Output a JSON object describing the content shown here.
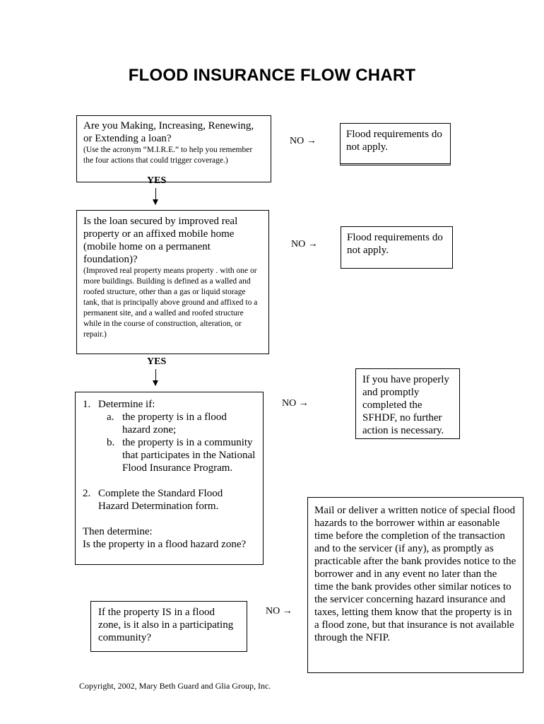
{
  "title": "FLOOD INSURANCE FLOW CHART",
  "q1": {
    "main": "Are you Making, Increasing, Renewing, or Extending a loan?",
    "note": "(Use the acronym “M.I.R.E.” to help you remember  the four actions that could trigger coverage.)",
    "no_label": "NO →",
    "no_result": "Flood  requirements do not apply.",
    "yes_label": "YES"
  },
  "q2": {
    "main": "Is the loan secured by improved real property or an affixed mobile home (mobile home on a permanent foundation)?",
    "note": "(Improved real property means property . with one or more buildings.  Building is defined as a walled and roofed structure, other than a gas or liquid storage tank, that is principally  above ground and affixed to a permanent site,  and a walled and roofed structure while in the course of construction, alteration, or repair.)",
    "no_label": "NO →",
    "no_result": "Flood  requirements do not apply.",
    "yes_label": "YES"
  },
  "q3": {
    "step1_num": "1.",
    "step1": "Determine if:",
    "a_letter": "a.",
    "a_text": "the property is in a flood hazard zone;",
    "b_letter": "b.",
    "b_text": "the property is in a community that participates in the National Flood Insurance Program.",
    "step2_num": "2.",
    "step2": "Complete the Standard Flood Hazard Determination form.",
    "then": "Then determine:",
    "question": "Is the property in a flood hazard zone?",
    "no_label": "NO →",
    "no_result": "If you have properly and promptly completed the SFHDF, no further action is necessary."
  },
  "q4": {
    "question": "If the property IS in a flood zone, is it also in a participating community?",
    "no_label": "NO →",
    "no_result": "Mail or deliver a written notice of special flood hazards to the borrower within ar easonable time before the completion of the transaction and to the servicer (if any), as promptly as practicable after the bank provides notice to the borrower and in any event no later than the time the bank provides other similar notices to the servicer concerning hazard insurance and taxes,  letting them know that the property is in a flood zone, but that insurance is not available through the NFIP."
  },
  "copyright": "Copyright, 2002, Mary Beth Guard and Glia Group, Inc."
}
